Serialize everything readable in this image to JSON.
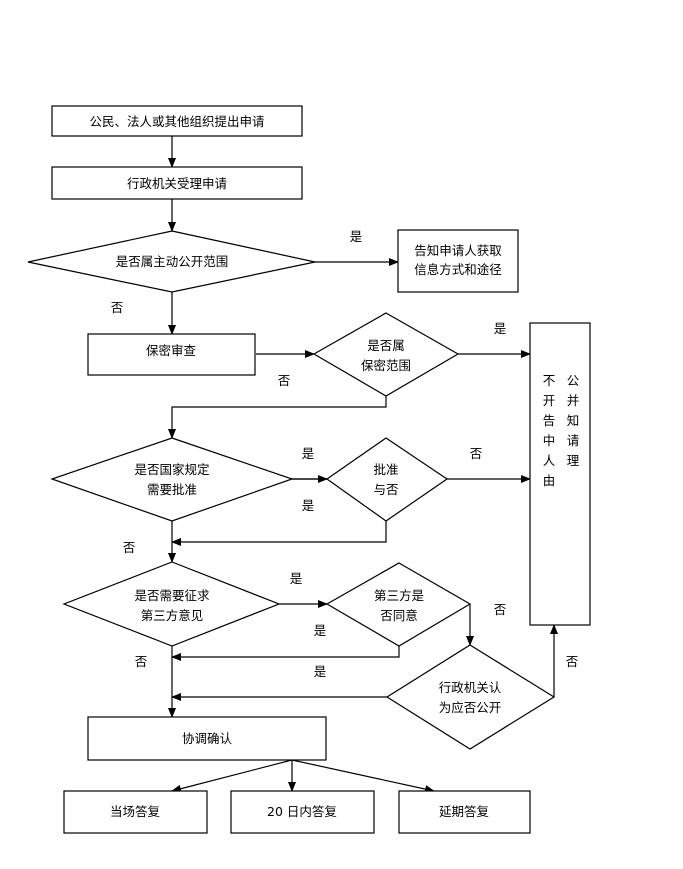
{
  "nodes": {
    "apply": "公民、法人或其他组织提出申请",
    "accept": "行政机关受理申请",
    "active_scope": [
      "是否属主动公开范围"
    ],
    "inform": [
      "告知申请人获取",
      "信息方式和途径"
    ],
    "secrecy_check": "保密审查",
    "secret_scope": [
      "是否属",
      "保密范围"
    ],
    "reason": [
      "公",
      "并",
      "知",
      "请",
      "理"
    ],
    "reason_col2": [
      "不",
      "开",
      "告",
      "中",
      "人",
      "由"
    ],
    "approval_needed": [
      "是否国家规定",
      "需要批准"
    ],
    "approve": [
      "批准",
      "与否"
    ],
    "third_party_needed": [
      "是否需要征求",
      "第三方意见"
    ],
    "third_party_agree": [
      "第三方是",
      "否同意"
    ],
    "should_disclose": [
      "行政机关认",
      "为应否公开"
    ],
    "coordinate": "协调确认",
    "reply_now": "当场答复",
    "reply_20": "20 日内答复",
    "reply_later": "延期答复"
  },
  "labels": {
    "yes": "是",
    "no": "否"
  }
}
